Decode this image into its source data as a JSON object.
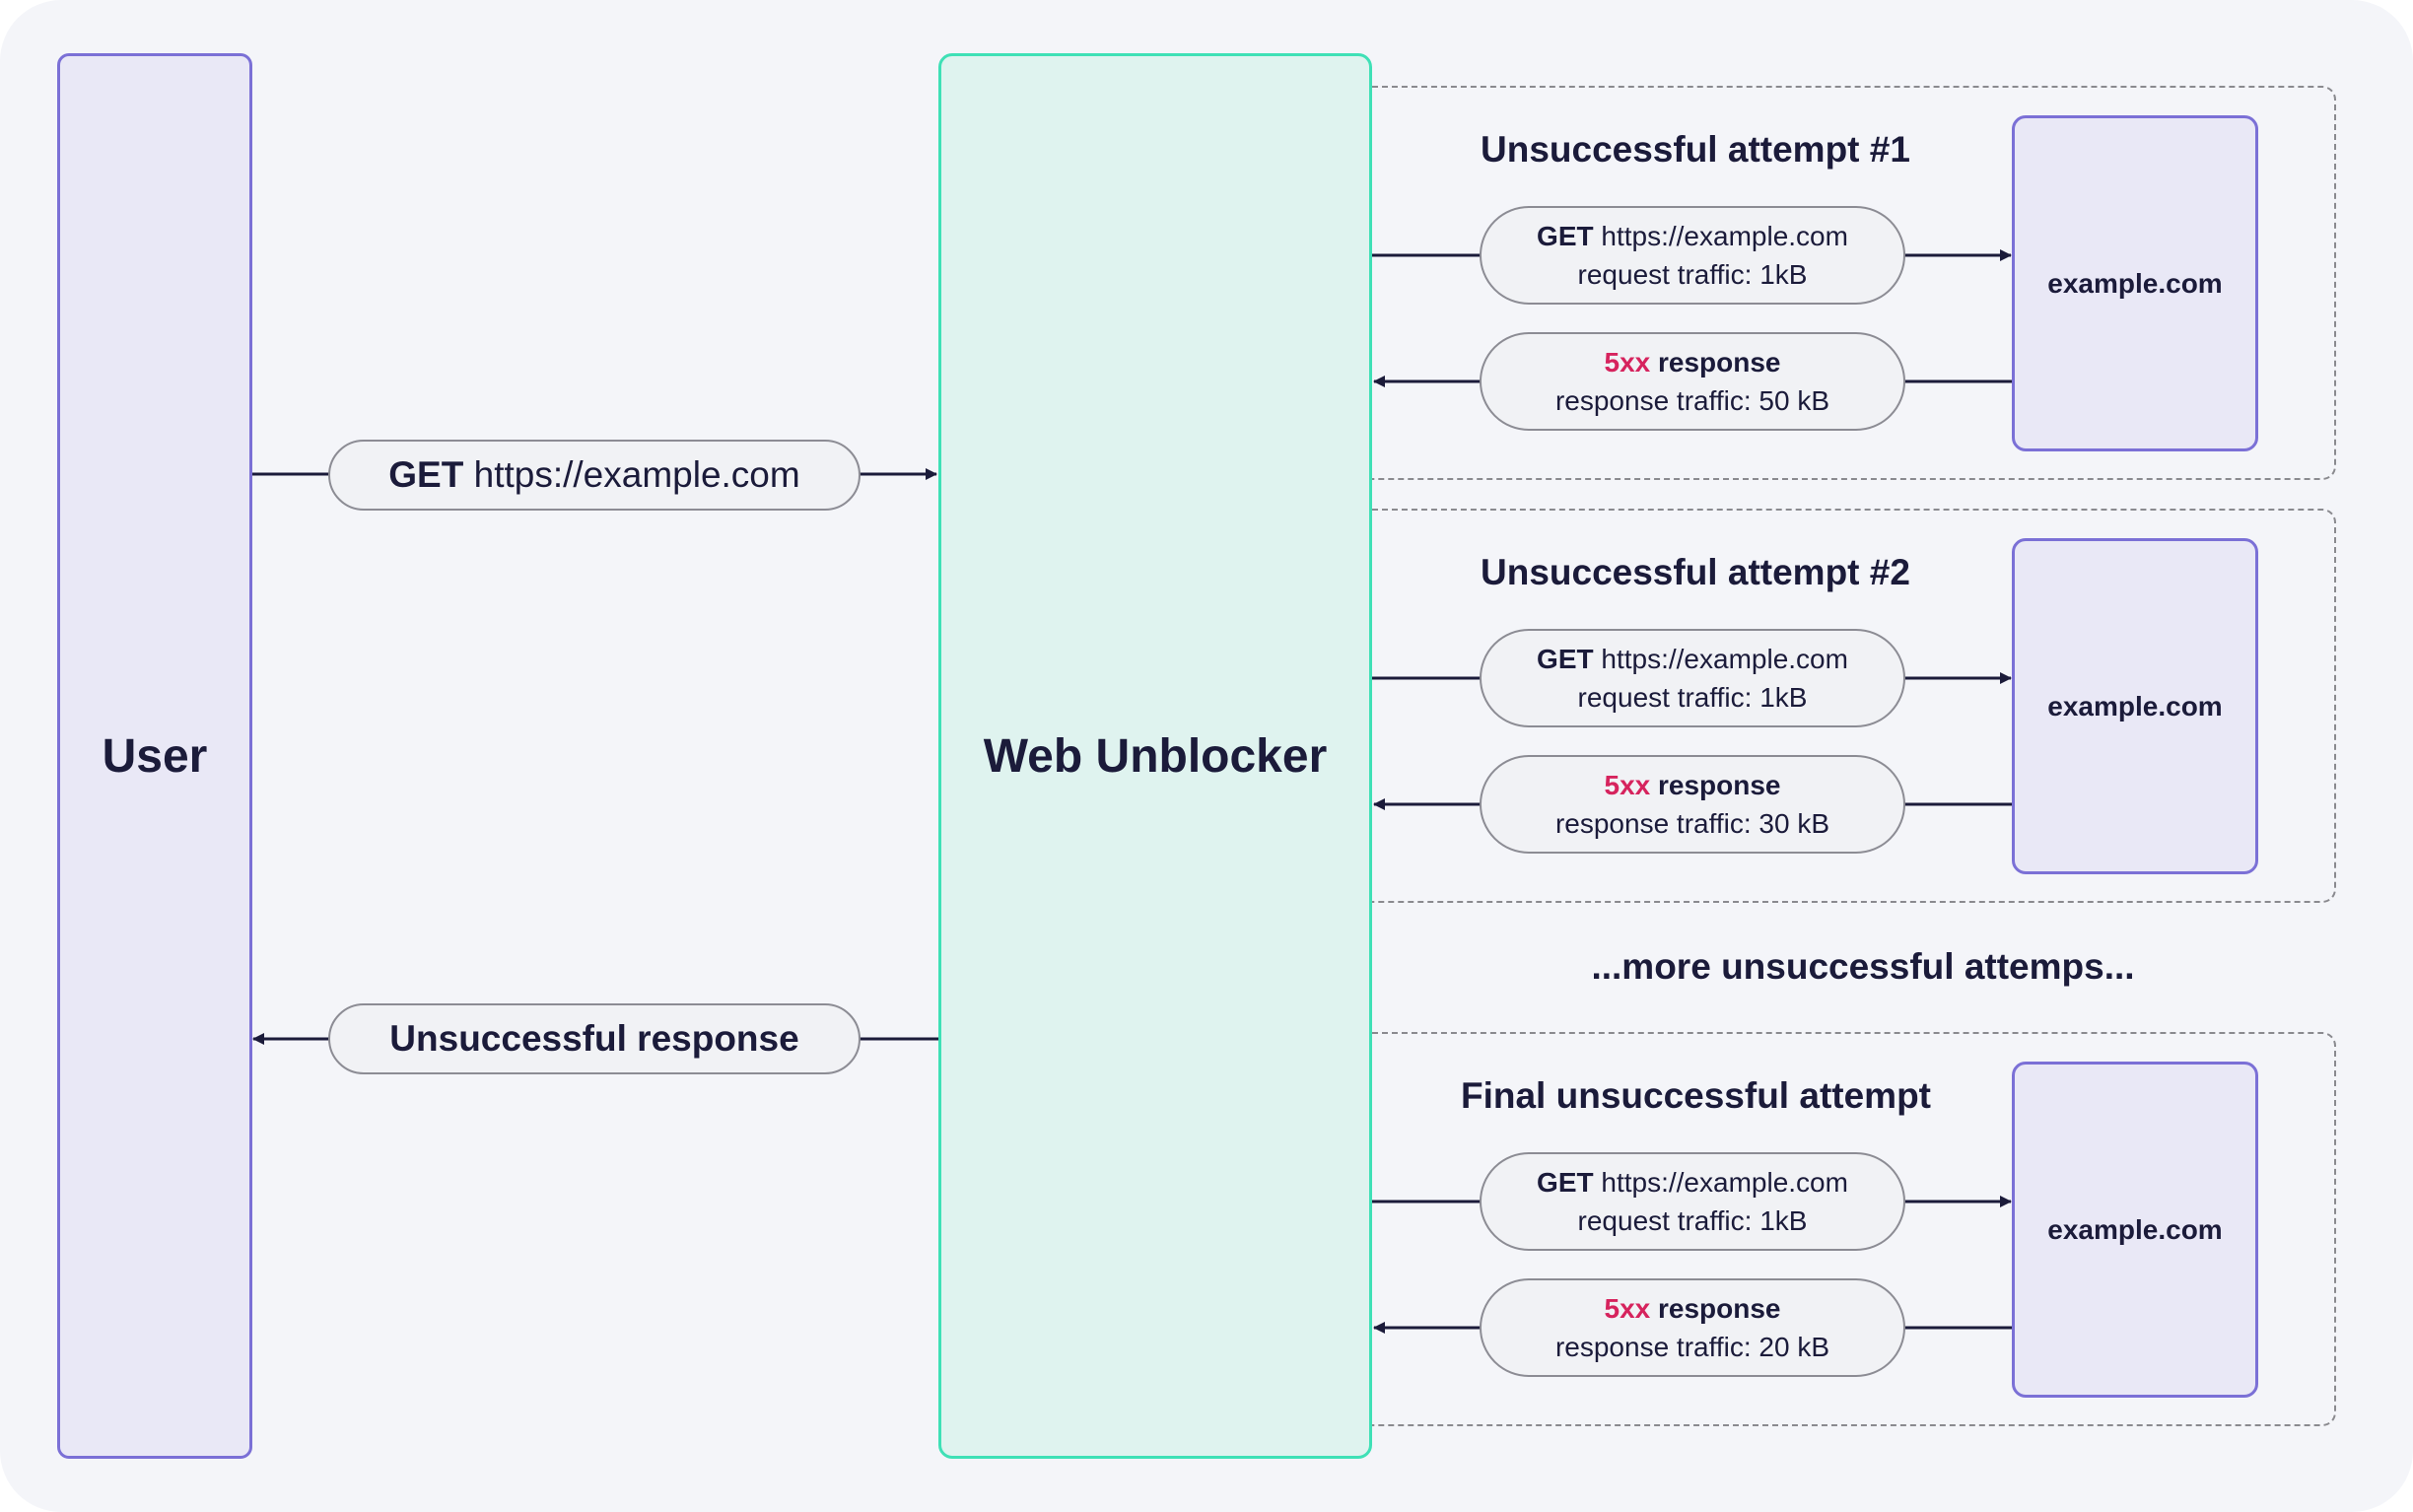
{
  "user": {
    "label": "User"
  },
  "proxy": {
    "label": "Web Unblocker"
  },
  "user_request": {
    "method": "GET",
    "url": "https://example.com"
  },
  "user_response": {
    "label": "Unsuccessful response"
  },
  "attempts": [
    {
      "title": "Unsuccessful attempt #1",
      "request": {
        "method": "GET",
        "url": "https://example.com",
        "traffic": "request traffic: 1kB"
      },
      "response": {
        "status": "5xx",
        "label": "response",
        "traffic": "response traffic: 50 kB"
      },
      "target": "example.com"
    },
    {
      "title": "Unsuccessful attempt #2",
      "request": {
        "method": "GET",
        "url": "https://example.com",
        "traffic": "request traffic: 1kB"
      },
      "response": {
        "status": "5xx",
        "label": "response",
        "traffic": "response traffic: 30 kB"
      },
      "target": "example.com"
    },
    {
      "title": "Final unsuccessful attempt",
      "request": {
        "method": "GET",
        "url": "https://example.com",
        "traffic": "request traffic: 1kB"
      },
      "response": {
        "status": "5xx",
        "label": "response",
        "traffic": "response traffic: 20 kB"
      },
      "target": "example.com"
    }
  ],
  "more_note": "...more unsuccessful attemps...",
  "colors": {
    "background": "#f4f5f9",
    "actor_fill": "#e9e8f6",
    "actor_border": "#7b70d6",
    "proxy_fill": "#dff3ef",
    "proxy_border": "#3fe0b6",
    "error_status": "#d6235d",
    "arrow": "#1b1b3a"
  }
}
